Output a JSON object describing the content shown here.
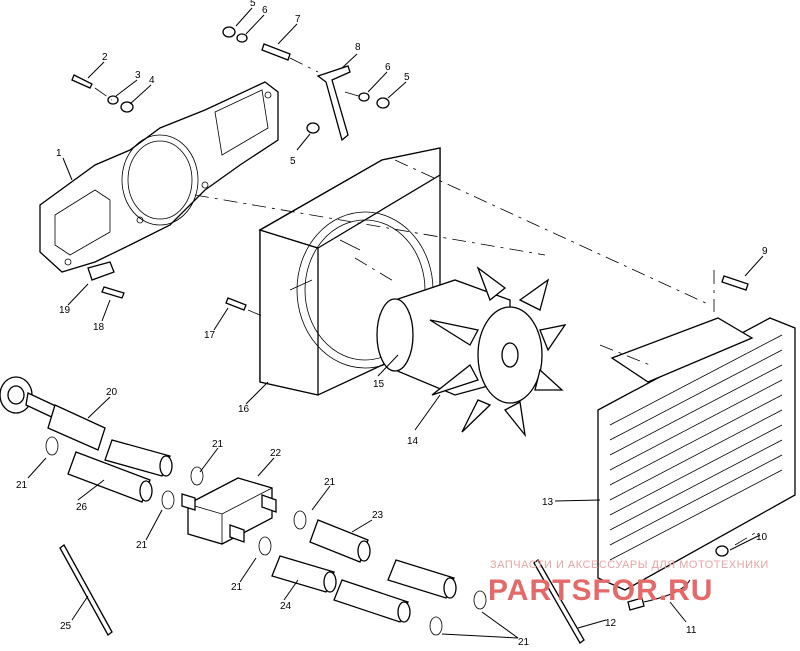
{
  "callouts": [
    {
      "id": "c1",
      "text": "1"
    },
    {
      "id": "c2",
      "text": "2"
    },
    {
      "id": "c3",
      "text": "3"
    },
    {
      "id": "c4",
      "text": "4"
    },
    {
      "id": "c5a",
      "text": "5"
    },
    {
      "id": "c5b",
      "text": "5"
    },
    {
      "id": "c5c",
      "text": "5"
    },
    {
      "id": "c6a",
      "text": "6"
    },
    {
      "id": "c6b",
      "text": "6"
    },
    {
      "id": "c7",
      "text": "7"
    },
    {
      "id": "c8",
      "text": "8"
    },
    {
      "id": "c9",
      "text": "9"
    },
    {
      "id": "c10",
      "text": "10"
    },
    {
      "id": "c11",
      "text": "11"
    },
    {
      "id": "c12",
      "text": "12"
    },
    {
      "id": "c13",
      "text": "13"
    },
    {
      "id": "c14",
      "text": "14"
    },
    {
      "id": "c15",
      "text": "15"
    },
    {
      "id": "c16",
      "text": "16"
    },
    {
      "id": "c17",
      "text": "17"
    },
    {
      "id": "c18",
      "text": "18"
    },
    {
      "id": "c19",
      "text": "19"
    },
    {
      "id": "c20",
      "text": "20"
    },
    {
      "id": "c21a",
      "text": "21"
    },
    {
      "id": "c21b",
      "text": "21"
    },
    {
      "id": "c21c",
      "text": "21"
    },
    {
      "id": "c21d",
      "text": "21"
    },
    {
      "id": "c21e",
      "text": "21"
    },
    {
      "id": "c21f",
      "text": "21"
    },
    {
      "id": "c22",
      "text": "22"
    },
    {
      "id": "c23",
      "text": "23"
    },
    {
      "id": "c24",
      "text": "24"
    },
    {
      "id": "c25",
      "text": "25"
    },
    {
      "id": "c26",
      "text": "26"
    }
  ],
  "watermark": {
    "line1": "ЗАПЧАСТИ И АКСЕССУАРЫ ДЛЯ МОТОТЕХНИКИ",
    "brand": "PARTSFOR.RU",
    "color": "#e46a6a"
  }
}
